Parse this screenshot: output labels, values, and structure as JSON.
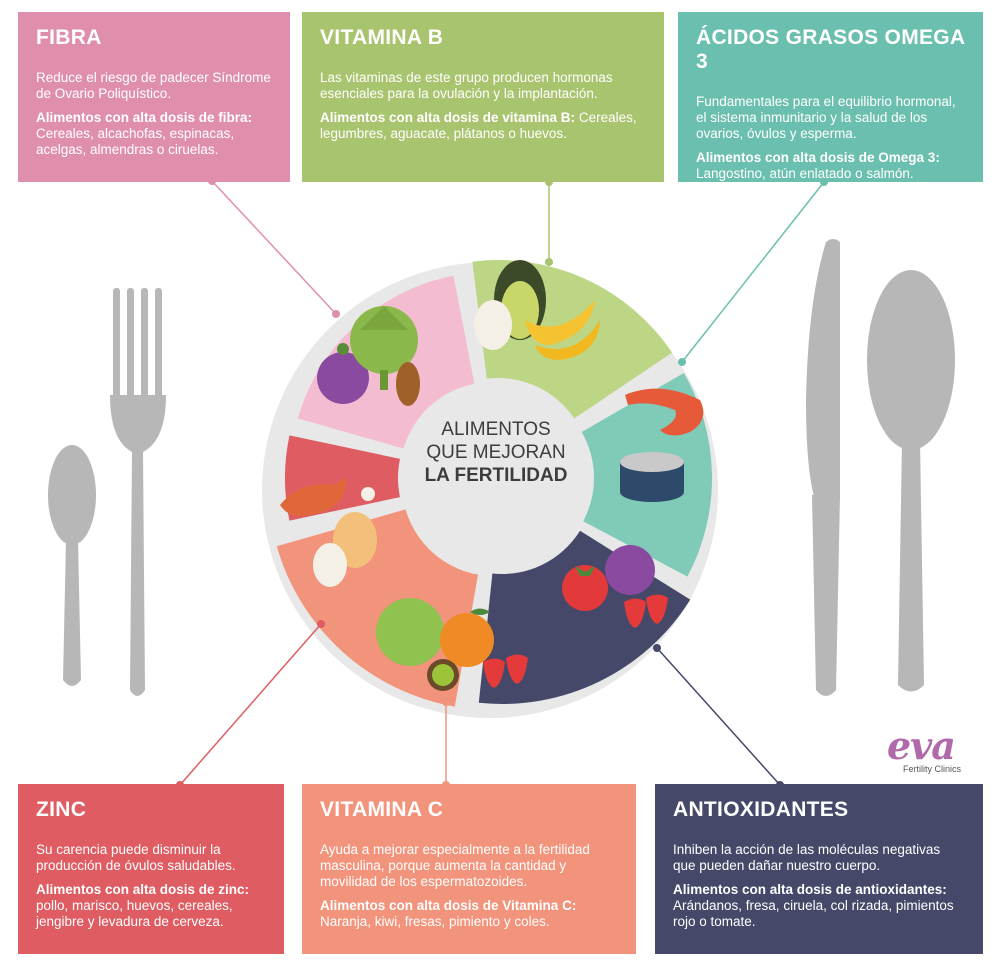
{
  "center": {
    "line1": "ALIMENTOS",
    "line2": "QUE MEJORAN",
    "line3": "LA FERTILIDAD"
  },
  "cards": {
    "fibra": {
      "title": "FIBRA",
      "desc": "Reduce el riesgo de padecer Síndrome de Ovario Poliquístico.",
      "foods_label": "Alimentos con alta dosis de fibra:",
      "foods": "Cereales, alcachofas, espinacas, acelgas, almendras o ciruelas."
    },
    "vitamina_b": {
      "title": "VITAMINA B",
      "desc": "Las vitaminas de este grupo producen hormonas esenciales para la ovulación y la implantación.",
      "foods_label": "Alimentos con alta dosis de vitamina B:",
      "foods": "Cereales, legumbres, aguacate, plátanos o huevos."
    },
    "omega3": {
      "title": "ÁCIDOS GRASOS OMEGA 3",
      "desc": "Fundamentales para el equilibrio hormonal, el sistema inmunitario y la salud de los ovarios, óvulos y esperma.",
      "foods_label": "Alimentos con alta dosis de Omega 3:",
      "foods": "Langostino, atún enlatado o salmón."
    },
    "zinc": {
      "title": "ZINC",
      "desc": "Su carencia puede disminuir la producción de óvulos saludables.",
      "foods_label": "Alimentos con alta dosis de zinc:",
      "foods": "pollo, marisco, huevos, cereales, jengibre y levadura de cerveza."
    },
    "vitamina_c": {
      "title": "VITAMINA C",
      "desc": "Ayuda a mejorar especialmente a la fertilidad masculina, porque aumenta la cantidad y movilidad de los espermatozoides.",
      "foods_label": "Alimentos con alta dosis de Vitamina C:",
      "foods": "Naranja, kiwi, fresas, pimiento y coles."
    },
    "antioxidantes": {
      "title": "ANTIOXIDANTES",
      "desc": "Inhiben la acción de las moléculas negativas que pueden dañar nuestro cuerpo.",
      "foods_label": "Alimentos con alta dosis de antioxidantes:",
      "foods": "Arándanos, fresa, ciruela, col rizada, pimientos rojo o tomate."
    }
  },
  "logo": {
    "mark": "eva",
    "sub": "Fertility Clinics"
  },
  "colors": {
    "fibra": "#e08eae",
    "vitamina_b": "#a9c46e",
    "omega3": "#6abfae",
    "zinc": "#de5c62",
    "vitamina_c": "#f2937c",
    "antioxidantes": "#454868",
    "plate_rim": "#e8e8e8",
    "cutlery": "#b5b5b5"
  }
}
